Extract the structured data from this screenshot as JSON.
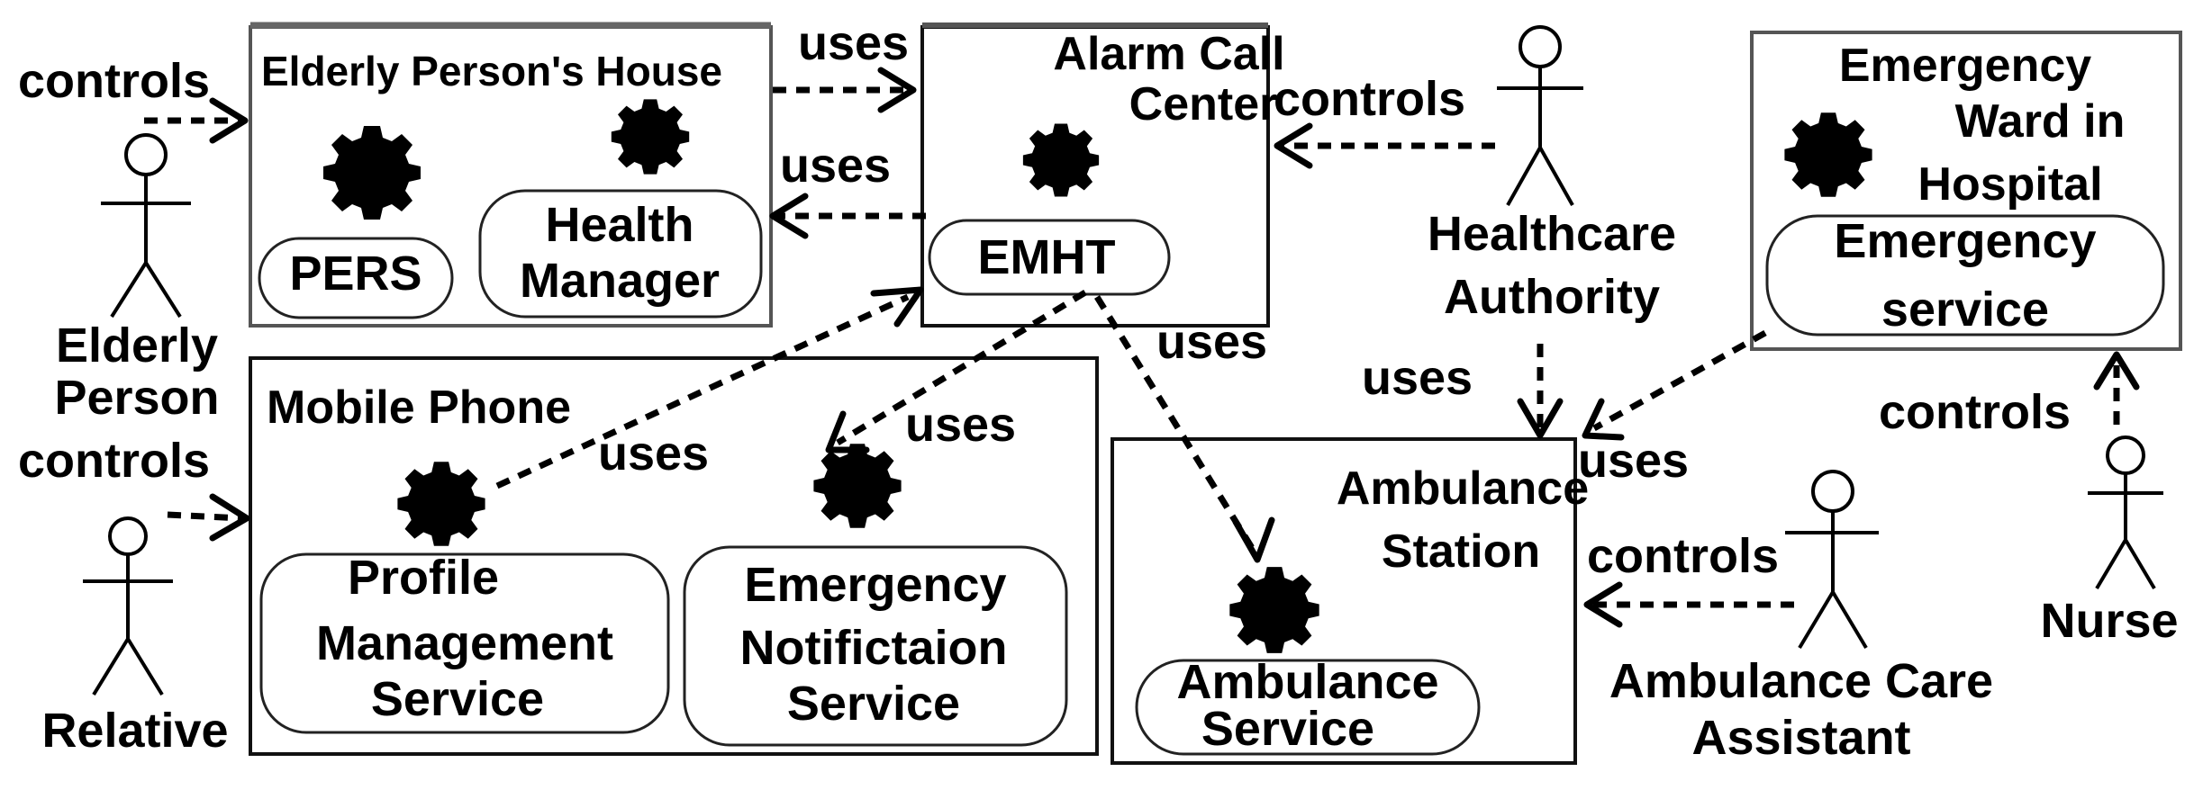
{
  "containers": {
    "house": "Elderly Person's House",
    "alarm": [
      "Alarm Call",
      "Center"
    ],
    "hospital": [
      "Emergency",
      "Ward in",
      "Hospital"
    ],
    "mobile": "Mobile Phone",
    "ambulance_station": [
      "Ambulance",
      "Station"
    ]
  },
  "services": {
    "pers": "PERS",
    "health_manager": [
      "Health",
      "Manager"
    ],
    "emht": "EMHT",
    "emergency_service": [
      "Emergency",
      "service"
    ],
    "profile_service": [
      "Profile",
      "Management",
      "Service"
    ],
    "notification_service": [
      "Emergency",
      "Notifictaion",
      "Service"
    ],
    "ambulance_service": [
      "Ambulance",
      "Service"
    ]
  },
  "actors": {
    "elderly": [
      "Elderly",
      "Person"
    ],
    "relative": "Relative",
    "healthcare": [
      "Healthcare",
      "Authority"
    ],
    "nurse": "Nurse",
    "assistant": [
      "Ambulance Care",
      "Assistant"
    ]
  },
  "relations": {
    "controls": "controls",
    "uses": "uses"
  }
}
